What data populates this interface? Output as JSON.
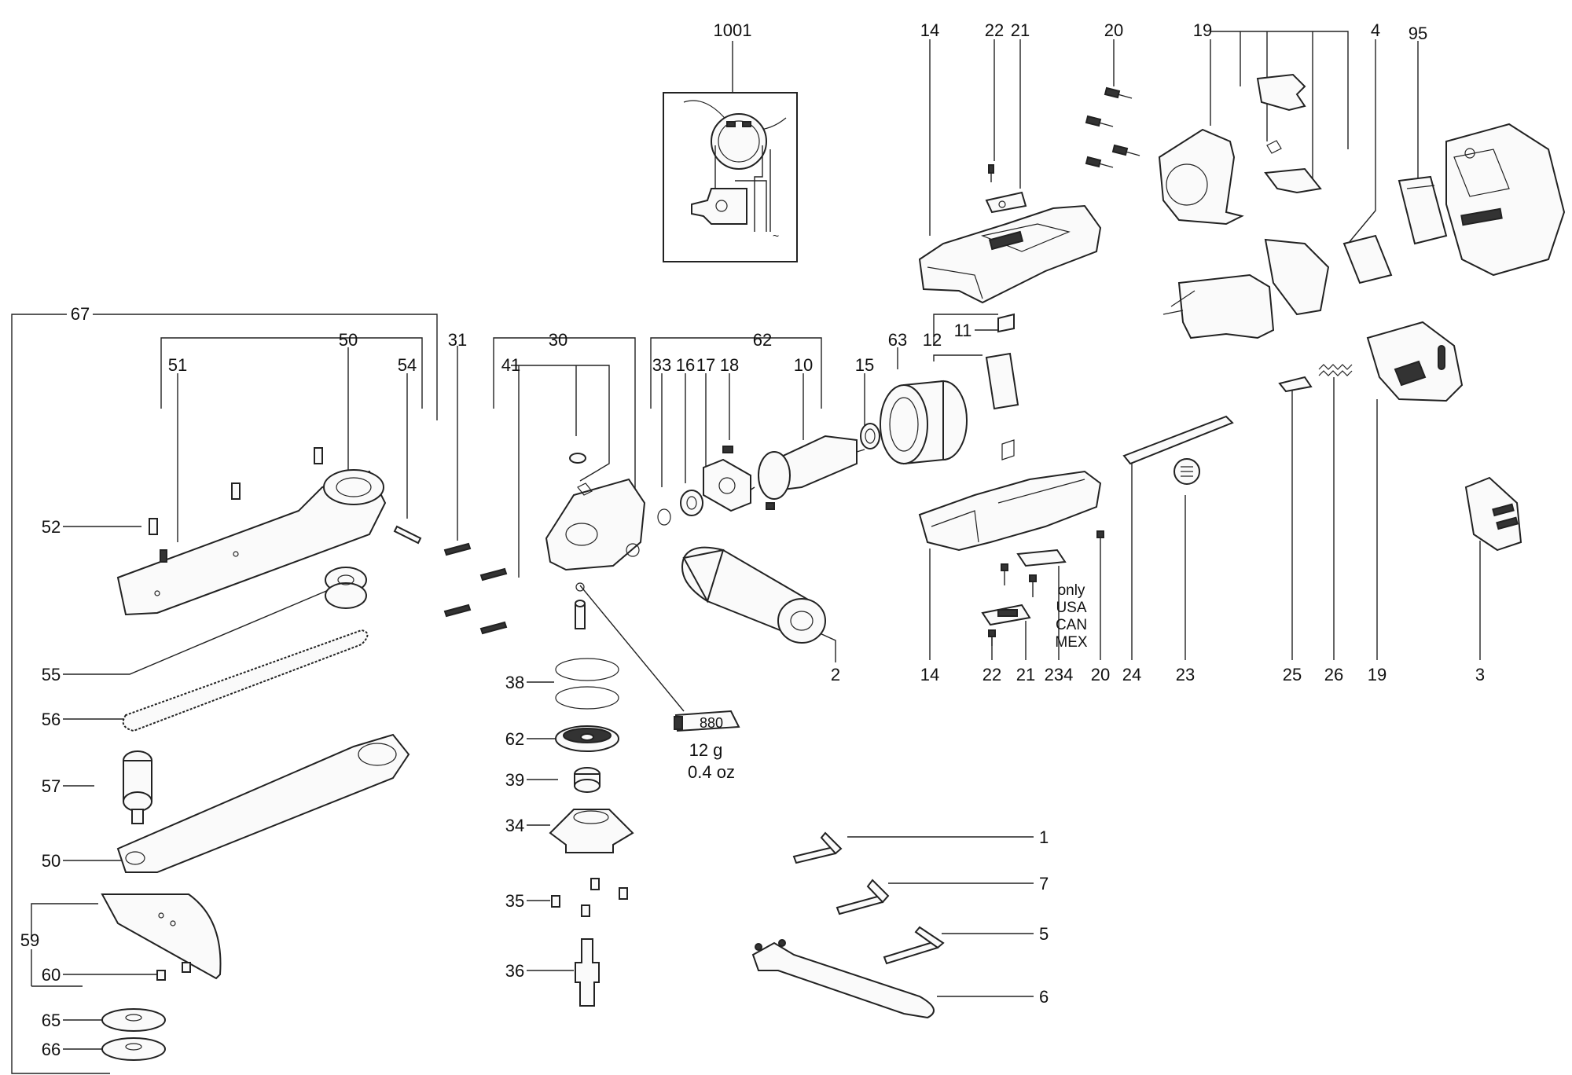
{
  "diagram": {
    "callouts": [
      {
        "id": "c1001",
        "text": "1001"
      },
      {
        "id": "c14a",
        "text": "14"
      },
      {
        "id": "c22a",
        "text": "22"
      },
      {
        "id": "c21a",
        "text": "21"
      },
      {
        "id": "c20a",
        "text": "20"
      },
      {
        "id": "c19a",
        "text": "19"
      },
      {
        "id": "c4",
        "text": "4"
      },
      {
        "id": "c95",
        "text": "95"
      },
      {
        "id": "c67",
        "text": "67"
      },
      {
        "id": "c50a",
        "text": "50"
      },
      {
        "id": "c51",
        "text": "51"
      },
      {
        "id": "c54",
        "text": "54"
      },
      {
        "id": "c31",
        "text": "31"
      },
      {
        "id": "c30",
        "text": "30"
      },
      {
        "id": "c41",
        "text": "41"
      },
      {
        "id": "c62a",
        "text": "62"
      },
      {
        "id": "c33",
        "text": "33"
      },
      {
        "id": "c16",
        "text": "16"
      },
      {
        "id": "c17",
        "text": "17"
      },
      {
        "id": "c18",
        "text": "18"
      },
      {
        "id": "c10",
        "text": "10"
      },
      {
        "id": "c15",
        "text": "15"
      },
      {
        "id": "c63",
        "text": "63"
      },
      {
        "id": "c12",
        "text": "12"
      },
      {
        "id": "c11",
        "text": "11"
      },
      {
        "id": "c52",
        "text": "52"
      },
      {
        "id": "c55",
        "text": "55"
      },
      {
        "id": "c56",
        "text": "56"
      },
      {
        "id": "c57",
        "text": "57"
      },
      {
        "id": "c50b",
        "text": "50"
      },
      {
        "id": "c59",
        "text": "59"
      },
      {
        "id": "c60",
        "text": "60"
      },
      {
        "id": "c65",
        "text": "65"
      },
      {
        "id": "c66",
        "text": "66"
      },
      {
        "id": "c38",
        "text": "38"
      },
      {
        "id": "c62b",
        "text": "62"
      },
      {
        "id": "c39",
        "text": "39"
      },
      {
        "id": "c34",
        "text": "34"
      },
      {
        "id": "c35",
        "text": "35"
      },
      {
        "id": "c36",
        "text": "36"
      },
      {
        "id": "c2",
        "text": "2"
      },
      {
        "id": "c14b",
        "text": "14"
      },
      {
        "id": "c22b",
        "text": "22"
      },
      {
        "id": "c21b",
        "text": "21"
      },
      {
        "id": "c234",
        "text": "234"
      },
      {
        "id": "c20b",
        "text": "20"
      },
      {
        "id": "c24",
        "text": "24"
      },
      {
        "id": "c23",
        "text": "23"
      },
      {
        "id": "c25",
        "text": "25"
      },
      {
        "id": "c26",
        "text": "26"
      },
      {
        "id": "c19b",
        "text": "19"
      },
      {
        "id": "c3",
        "text": "3"
      },
      {
        "id": "c1",
        "text": "1"
      },
      {
        "id": "c7",
        "text": "7"
      },
      {
        "id": "c5",
        "text": "5"
      },
      {
        "id": "c6",
        "text": "6"
      }
    ],
    "grease_tube_label": "880",
    "grease_amount_metric": "12 g",
    "grease_amount_imperial": "0.4 oz",
    "region_note": [
      "only",
      "USA",
      "CAN",
      "MEX"
    ]
  }
}
